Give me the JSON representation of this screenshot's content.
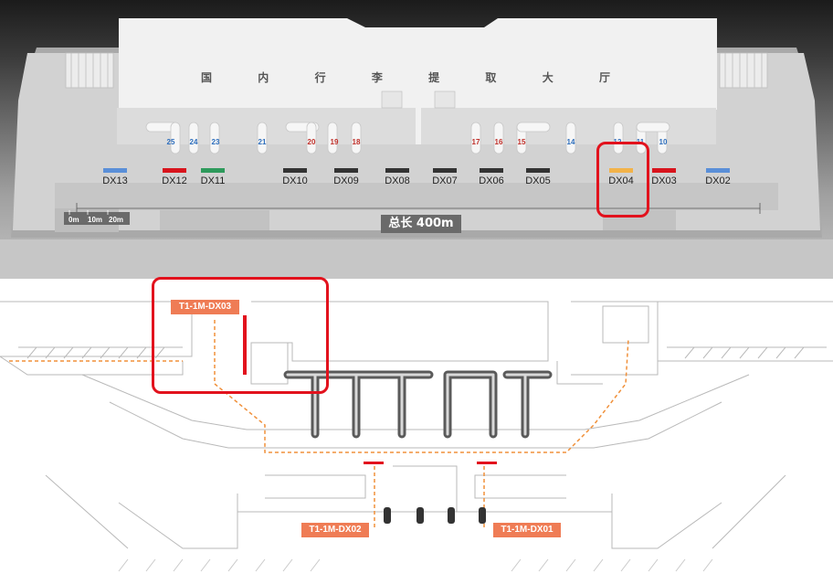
{
  "hall_title_chars": [
    "国",
    "内",
    "行",
    "李",
    "提",
    "取",
    "大",
    "厅"
  ],
  "belts": [
    {
      "label": "DX13",
      "color": "#5a8fd8"
    },
    {
      "label": "DX12",
      "color": "#d8141d"
    },
    {
      "label": "DX11",
      "color": "#2e9a5c"
    },
    {
      "label": "DX10",
      "color": "#333333"
    },
    {
      "label": "DX09",
      "color": "#333333"
    },
    {
      "label": "DX08",
      "color": "#333333"
    },
    {
      "label": "DX07",
      "color": "#333333"
    },
    {
      "label": "DX06",
      "color": "#333333"
    },
    {
      "label": "DX05",
      "color": "#333333"
    },
    {
      "label": "DX04",
      "color": "#f2b34a"
    },
    {
      "label": "DX03",
      "color": "#d8141d"
    },
    {
      "label": "DX02",
      "color": "#5a8fd8"
    }
  ],
  "gate_numbers": [
    {
      "text": "25",
      "color": "blue"
    },
    {
      "text": "24",
      "color": "blue"
    },
    {
      "text": "23",
      "color": "blue"
    },
    {
      "text": "21",
      "color": "blue"
    },
    {
      "text": "20",
      "color": "red"
    },
    {
      "text": "19",
      "color": "red"
    },
    {
      "text": "18",
      "color": "red"
    },
    {
      "text": "17",
      "color": "red"
    },
    {
      "text": "16",
      "color": "red"
    },
    {
      "text": "15",
      "color": "red"
    },
    {
      "text": "14",
      "color": "blue"
    },
    {
      "text": "12",
      "color": "blue"
    },
    {
      "text": "11",
      "color": "blue"
    },
    {
      "text": "10",
      "color": "blue"
    }
  ],
  "scale": {
    "labels": [
      "0m",
      "10m",
      "20m"
    ],
    "total": "总长 400m"
  },
  "tags": {
    "dx03": "T1-1M-DX03",
    "dx02": "T1-1M-DX02",
    "dx01": "T1-1M-DX01"
  },
  "colors": {
    "highlight": "#e2121d",
    "tag": "#ef7c55",
    "route": "#f0903a"
  }
}
